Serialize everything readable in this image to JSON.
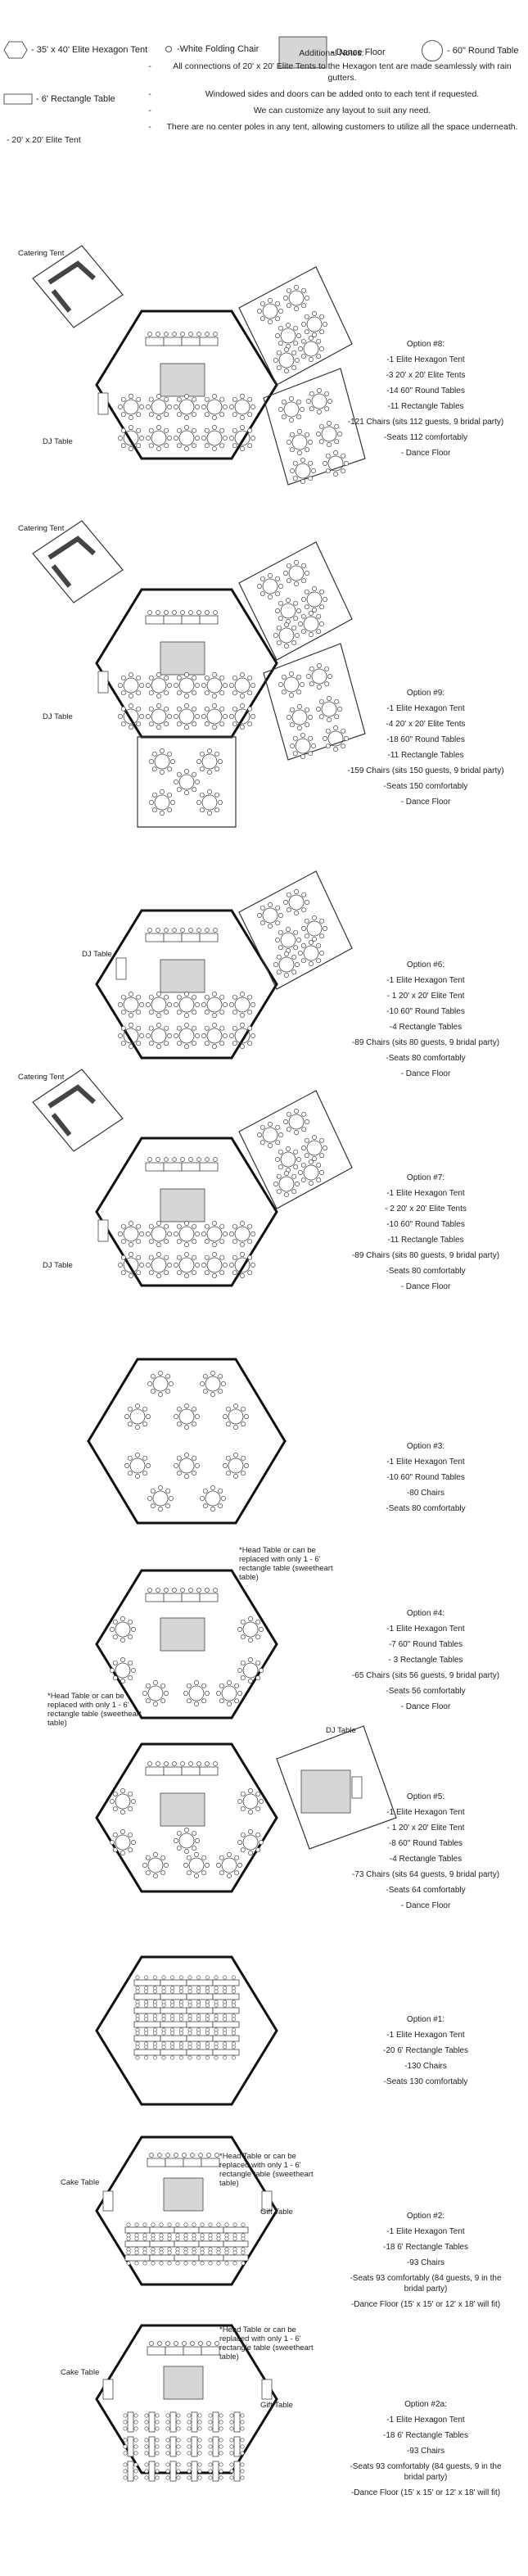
{
  "legend": {
    "hex_tent": "- 35' x 40' Elite Hexagon Tent",
    "folding_chair": "-White Folding Chair",
    "dance_floor": "- Dance Floor",
    "round_table": "- 60\" Round Table",
    "rect_table": "- 6' Rectangle Table",
    "elite_tent": "- 20' x 20' Elite Tent"
  },
  "notes": {
    "title": "Additional Notes:",
    "items": [
      {
        "bullet": "-",
        "text": "All connections of 20' x 20' Elite Tents to the Hexagon tent are made seamlessly with rain gutters."
      },
      {
        "bullet": "-",
        "text": "Windowed sides and doors can be added onto to each tent if requested."
      },
      {
        "bullet": "-",
        "text": "We can customize any layout to suit any need."
      },
      {
        "bullet": "-",
        "text": "There are no center poles in any tent, allowing customers to utilize all the space underneath."
      }
    ]
  },
  "labels": {
    "catering": "Catering Tent",
    "dj": "DJ Table",
    "head_note": "*Head Table or can be replaced with only 1 - 6' rectangle table (sweetheart table)",
    "cake": "Cake Table",
    "gift": "Gift Table"
  },
  "options": [
    {
      "lines": [
        "Option #8:",
        "-1 Elite Hexagon Tent",
        "-3 20' x 20' Elite Tents",
        "-14 60\" Round Tables",
        "-11 Rectangle Tables",
        "-121 Chairs (sits 112 guests, 9 bridal party)",
        "-Seats 112 comfortably",
        "- Dance Floor"
      ]
    },
    {
      "lines": [
        "Option #9:",
        "-1 Elite Hexagon Tent",
        "-4 20' x 20' Elite Tents",
        "-18 60\" Round Tables",
        "-11 Rectangle Tables",
        "-159 Chairs (sits 150 guests, 9 bridal party)",
        "-Seats 150 comfortably",
        "- Dance Floor"
      ]
    },
    {
      "lines": [
        "Option #6:",
        "-1 Elite Hexagon Tent",
        "- 1 20' x 20' Elite Tent",
        "-10 60\" Round Tables",
        "-4 Rectangle Tables",
        "-89 Chairs (sits 80 guests, 9 bridal party)",
        "-Seats 80 comfortably",
        "- Dance Floor"
      ]
    },
    {
      "lines": [
        "Option #7:",
        "-1 Elite Hexagon Tent",
        "- 2 20' x 20' Elite Tents",
        "-10 60\" Round Tables",
        "-11 Rectangle Tables",
        "-89 Chairs (sits 80 guests, 9 bridal party)",
        "-Seats 80 comfortably",
        "- Dance Floor"
      ]
    },
    {
      "lines": [
        "Option #3:",
        "-1 Elite Hexagon Tent",
        "-10 60\" Round Tables",
        "-80 Chairs",
        "-Seats 80 comfortably"
      ]
    },
    {
      "lines": [
        "Option #4:",
        "-1 Elite Hexagon Tent",
        "-7 60\" Round Tables",
        "- 3 Rectangle Tables",
        "-65 Chairs (sits 56 guests, 9 bridal party)",
        "-Seats 56 comfortably",
        "- Dance Floor"
      ]
    },
    {
      "lines": [
        "Option #5:",
        "-1 Elite Hexagon Tent",
        "- 1 20' x 20' Elite Tent",
        "-8 60\" Round Tables",
        "-4 Rectangle Tables",
        "-73 Chairs (sits 64 guests, 9 bridal party)",
        "-Seats 64 comfortably",
        "- Dance Floor"
      ]
    },
    {
      "lines": [
        "Option #1:",
        "-1 Elite Hexagon Tent",
        "-20 6' Rectangle Tables",
        "-130 Chairs",
        "-Seats 130 comfortably"
      ]
    },
    {
      "lines": [
        "Option #2:",
        "-1 Elite Hexagon Tent",
        "-18 6' Rectangle Tables",
        "-93 Chairs",
        "-Seats 93 comfortably (84 guests, 9 in the bridal party)",
        "-Dance Floor (15' x 15' or 12' x 18' will fit)"
      ]
    },
    {
      "lines": [
        "Option #2a:",
        "-1 Elite Hexagon Tent",
        "-18 6' Rectangle Tables",
        "-93 Chairs",
        "-Seats 93 comfortably (84 guests, 9 in the bridal party)",
        "-Dance Floor (15' x 15' or 12' x 18' will fit)"
      ]
    }
  ]
}
